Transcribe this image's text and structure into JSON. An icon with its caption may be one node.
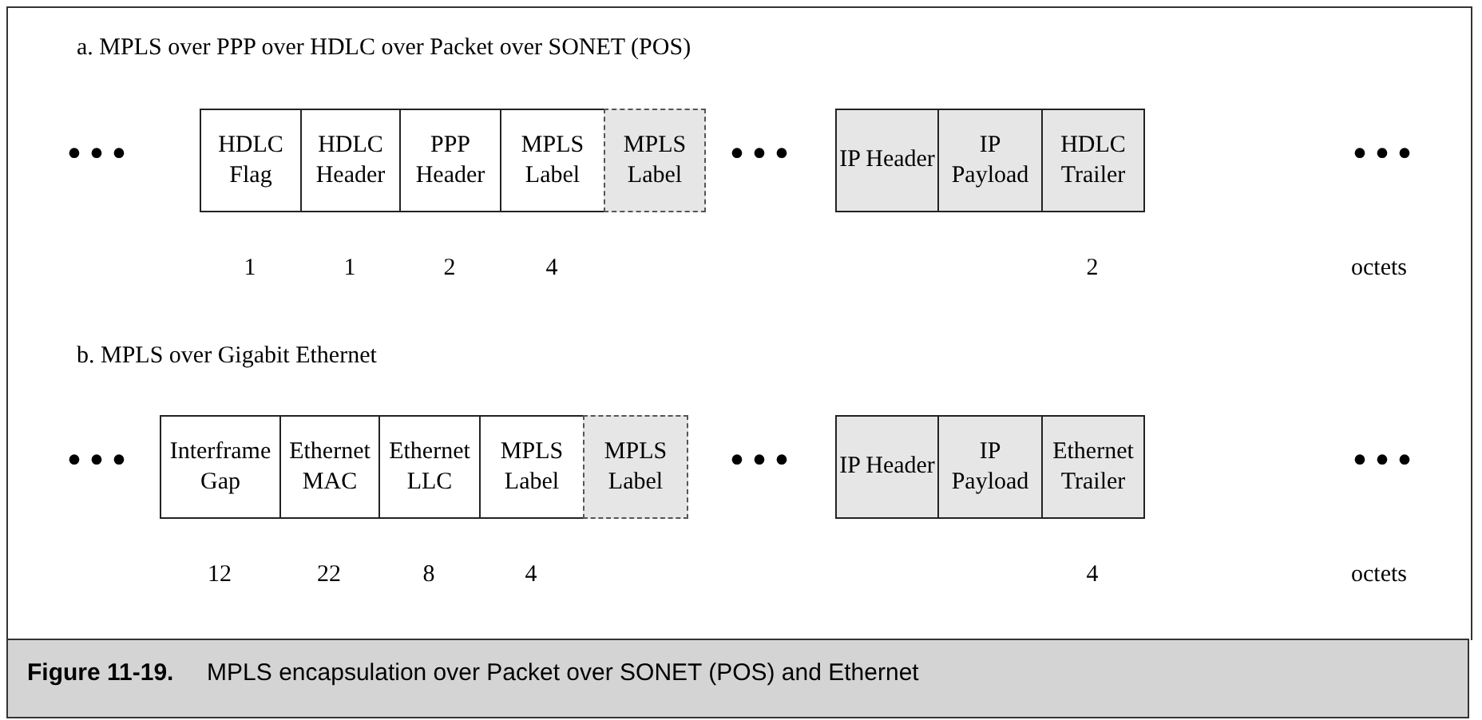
{
  "diagram": {
    "caption": "**Figure 11-19.**     MPLS encapsulation over Packet over SONET (POS) and Ethernet",
    "nodes": [
      {
        "text": [
          "HDLC Flag"
        ],
        "beside": [
          "1"
        ]
      },
      {
        "text": [
          "HDLC Header"
        ],
        "beside": [
          "1"
        ]
      },
      {
        "text": [
          "PPP Header"
        ],
        "beside": [
          "2"
        ]
      },
      {
        "text": [
          "MPLS Label"
        ],
        "beside": [
          "4"
        ]
      },
      {
        "text": [
          "MPLS Label"
        ]
      },
      {
        "text": [
          "IP Header"
        ]
      },
      {
        "text": [
          "IP Payload"
        ]
      },
      {
        "text": [
          "HDLC Trailer"
        ],
        "beside": [
          "2"
        ]
      },
      {
        "text": [
          "Interframe Gap"
        ],
        "beside": [
          "12"
        ]
      },
      {
        "text": [
          "Ethernet MAC"
        ],
        "beside": [
          "22"
        ]
      },
      {
        "text": [
          "Ethernet LLC"
        ],
        "beside": [
          "8"
        ]
      },
      {
        "text": [
          "MPLS Label"
        ],
        "beside": [
          "4"
        ]
      },
      {
        "text": [
          "MPLS Label"
        ]
      },
      {
        "text": [
          "IP Header"
        ]
      },
      {
        "text": [
          "IP Payload"
        ]
      },
      {
        "text": [
          "Ethernet Trailer"
        ],
        "beside": [
          "4"
        ]
      }
    ],
    "edges": [],
    "labels": [
      "a. MPLS over PPP over HDLC over Packet over SONET (POS)",
      "•••",
      "•••",
      "•••",
      "octets",
      "b. MPLS over Gigabit Ethernet",
      "•••",
      "•••",
      "•••",
      "octets"
    ]
  }
}
